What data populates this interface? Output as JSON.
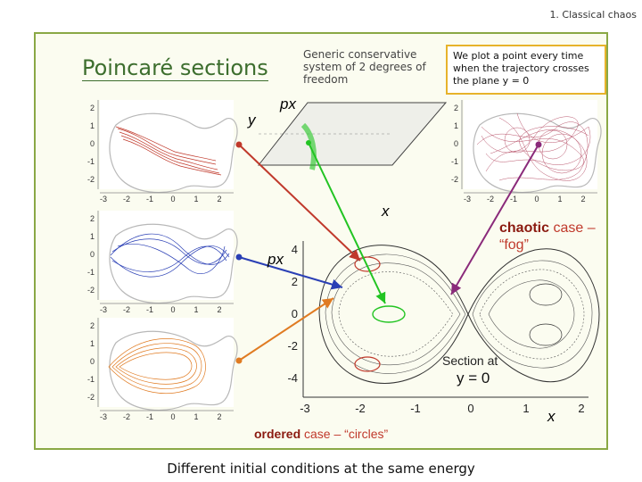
{
  "header": {
    "label": "1. Classical chaos"
  },
  "title": "Poincaré sections",
  "generic_text": "Generic conservative system of 2 degrees of freedom",
  "plot_note": "We plot a point every time when the trajectory crosses the plane y = 0",
  "labels": {
    "px_top": "px",
    "y_top": "y",
    "x_mid": "x",
    "px_mid": "px",
    "x_bottom": "x"
  },
  "chaotic": {
    "bold": "chaotic",
    "rest": " case – “fog”"
  },
  "ordered": {
    "bold": "ordered",
    "rest": " case – “circles”"
  },
  "section": {
    "line1": "Section at",
    "line2": "y = 0"
  },
  "footer": "Different initial conditions at the same energy",
  "small_plot_ticks": {
    "x": [
      "-3",
      "-2",
      "-1",
      "0",
      "1",
      "2"
    ],
    "y": [
      "2",
      "1",
      "0",
      "-1",
      "-2"
    ]
  },
  "main_plot_ticks": {
    "x": [
      "-3",
      "-2",
      "-1",
      "0",
      "1",
      "2"
    ],
    "y": [
      "4",
      "2",
      "0",
      "-2",
      "-4"
    ]
  },
  "colors": {
    "red": "#c0392b",
    "blue": "#2a3fb5",
    "orange": "#e07b22",
    "green": "#22c422",
    "purple": "#8a2a7a",
    "frame": "#8aa845"
  }
}
